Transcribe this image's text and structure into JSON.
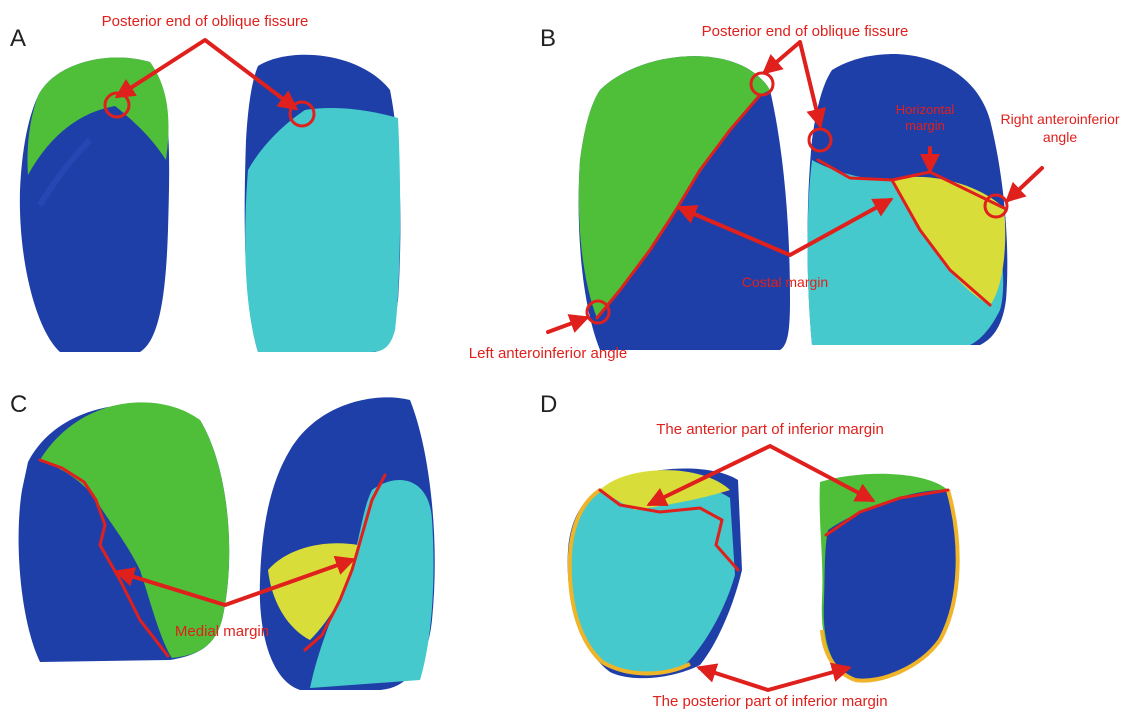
{
  "panels": [
    {
      "letter": "A",
      "annotations": [
        "Posterior end of oblique fissure"
      ]
    },
    {
      "letter": "B",
      "annotations": [
        "Posterior end of oblique fissure",
        "Horizontal",
        "margin",
        "Right anteroinferior",
        "angle",
        "Costal margin",
        "Left anteroinferior angle"
      ]
    },
    {
      "letter": "C",
      "annotations": [
        "Medial margin"
      ]
    },
    {
      "letter": "D",
      "annotations": [
        "The anterior part of inferior margin",
        "The posterior part of inferior margin"
      ]
    }
  ],
  "colors": {
    "annotation": "#e0201c",
    "upper_lobe_green": "#4fbf3a",
    "lower_lobe_blue": "#1f3fa8",
    "lower_lobe_cyan": "#45c9cc",
    "middle_lobe_yellow": "#d9dd3a",
    "inferior_posterior_outline": "#f0b429"
  }
}
